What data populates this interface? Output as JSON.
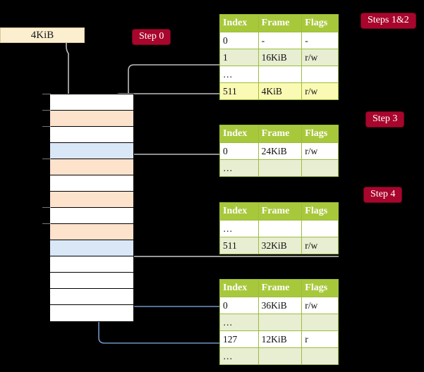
{
  "diagram": {
    "title": "Multi-level page table address translation",
    "background_color": "#000000",
    "accent_header_color": "#a8c83c",
    "badge_color": "#a8062c",
    "highlight_color": "#fbfab4"
  },
  "size_label": {
    "text": "4KiB"
  },
  "badges": {
    "step0": "Step 0",
    "steps12": "Steps 1&2",
    "step3": "Step 3",
    "step4": "Step 4"
  },
  "table_headers": {
    "index": "Index",
    "frame": "Frame",
    "flags": "Flags"
  },
  "tables": [
    {
      "name": "level-4-table",
      "rows": [
        {
          "index": "0",
          "frame": "-",
          "flags": "-",
          "alt": false,
          "highlight": false
        },
        {
          "index": "1",
          "frame": "16KiB",
          "flags": "r/w",
          "alt": true,
          "highlight": false
        },
        {
          "index": "…",
          "frame": "",
          "flags": "",
          "alt": false,
          "highlight": false
        },
        {
          "index": "511",
          "frame": "4KiB",
          "flags": "r/w",
          "alt": true,
          "highlight": true
        }
      ]
    },
    {
      "name": "level-3-table",
      "rows": [
        {
          "index": "0",
          "frame": "24KiB",
          "flags": "r/w",
          "alt": false,
          "highlight": false
        },
        {
          "index": "…",
          "frame": "",
          "flags": "",
          "alt": true,
          "highlight": false
        }
      ]
    },
    {
      "name": "level-2-table",
      "rows": [
        {
          "index": "…",
          "frame": "",
          "flags": "",
          "alt": false,
          "highlight": false
        },
        {
          "index": "511",
          "frame": "32KiB",
          "flags": "r/w",
          "alt": true,
          "highlight": false
        }
      ]
    },
    {
      "name": "level-1-table",
      "rows": [
        {
          "index": "0",
          "frame": "36KiB",
          "flags": "r/w",
          "alt": false,
          "highlight": false
        },
        {
          "index": "…",
          "frame": "",
          "flags": "",
          "alt": true,
          "highlight": false
        },
        {
          "index": "127",
          "frame": "12KiB",
          "flags": "r",
          "alt": false,
          "highlight": false
        },
        {
          "index": "…",
          "frame": "",
          "flags": "",
          "alt": true,
          "highlight": false
        }
      ]
    }
  ],
  "memory_column": {
    "name": "physical-memory",
    "frames": [
      {
        "fill": "white"
      },
      {
        "fill": "orange"
      },
      {
        "fill": "white"
      },
      {
        "fill": "blue"
      },
      {
        "fill": "orange"
      },
      {
        "fill": "white"
      },
      {
        "fill": "orange"
      },
      {
        "fill": "white"
      },
      {
        "fill": "orange"
      },
      {
        "fill": "blue"
      },
      {
        "fill": "white"
      },
      {
        "fill": "white"
      },
      {
        "fill": "white"
      },
      {
        "fill": "white"
      }
    ],
    "tick_offsets": [
      133,
      156,
      179,
      225,
      294,
      317
    ]
  }
}
